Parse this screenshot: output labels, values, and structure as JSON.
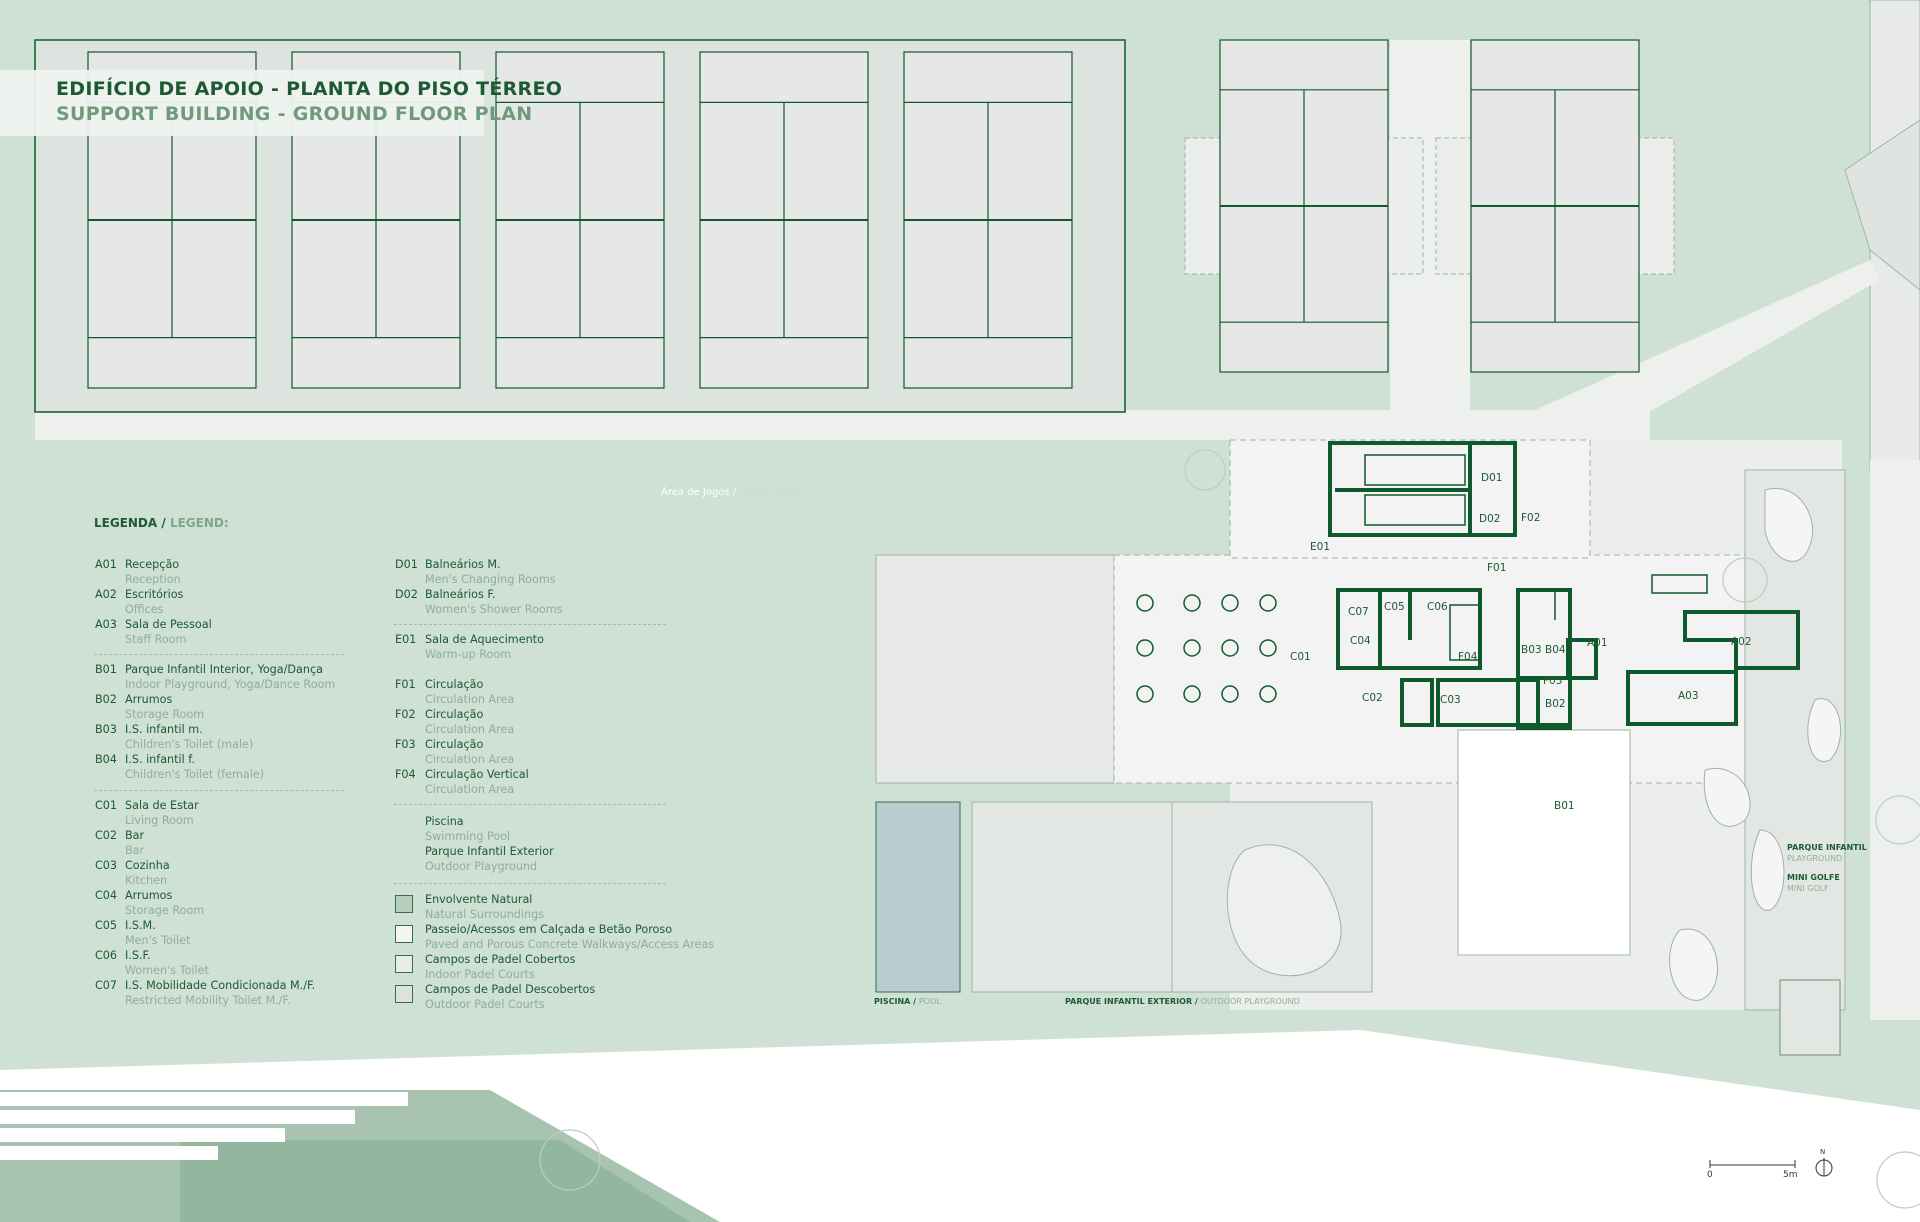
{
  "title": {
    "pt": "EDIFÍCIO DE APOIO - PLANTA DO PISO TÉRREO",
    "en": "SUPPORT BUILDING - GROUND FLOOR PLAN"
  },
  "legend": {
    "heading_pt": "LEGENDA /",
    "heading_en": "LEGEND:",
    "col1": [
      {
        "code": "A01",
        "pt": "Recepção",
        "en": "Reception"
      },
      {
        "code": "A02",
        "pt": "Escritórios",
        "en": "Offices"
      },
      {
        "code": "A03",
        "pt": "Sala de Pessoal",
        "en": "Staff Room"
      },
      {
        "code": "B01",
        "pt": "Parque Infantil Interior, Yoga/Dança",
        "en": "Indoor Playground, Yoga/Dance Room"
      },
      {
        "code": "B02",
        "pt": "Arrumos",
        "en": "Storage Room"
      },
      {
        "code": "B03",
        "pt": "I.S. infantil m.",
        "en": "Children's Toilet (male)"
      },
      {
        "code": "B04",
        "pt": "I.S. infantil f.",
        "en": "Children's Toilet (female)"
      },
      {
        "code": "C01",
        "pt": "Sala de Estar",
        "en": "Living Room"
      },
      {
        "code": "C02",
        "pt": "Bar",
        "en": "Bar"
      },
      {
        "code": "C03",
        "pt": "Cozinha",
        "en": "Kitchen"
      },
      {
        "code": "C04",
        "pt": "Arrumos",
        "en": "Storage Room"
      },
      {
        "code": "C05",
        "pt": "I.S.M.",
        "en": "Men's Toilet"
      },
      {
        "code": "C06",
        "pt": "I.S.F.",
        "en": "Women's Toilet"
      },
      {
        "code": "C07",
        "pt": "I.S. Mobilidade Condicionada M./F.",
        "en": "Restricted Mobility Toilet M./F."
      }
    ],
    "col2": [
      {
        "code": "D01",
        "pt": "Balneários M.",
        "en": "Men's Changing Rooms"
      },
      {
        "code": "D02",
        "pt": "Balneários F.",
        "en": "Women's Shower Rooms"
      },
      {
        "code": "E01",
        "pt": "Sala de Aquecimento",
        "en": "Warm-up Room"
      },
      {
        "code": "F01",
        "pt": "Circulação",
        "en": "Circulation Area"
      },
      {
        "code": "F02",
        "pt": "Circulação",
        "en": "Circulation Area"
      },
      {
        "code": "F03",
        "pt": "Circulação",
        "en": "Circulation Area"
      },
      {
        "code": "F04",
        "pt": "Circulação Vertical",
        "en": "Circulation Area"
      },
      {
        "code": "",
        "pt": "Piscina",
        "en": "Swimming Pool"
      },
      {
        "code": "",
        "pt": "Parque Infantil Exterior",
        "en": "Outdoor Playground"
      }
    ],
    "swatches": [
      {
        "pt": "Envolvente Natural",
        "en": "Natural Surroundings",
        "color": "#b5cdbd"
      },
      {
        "pt": "Passeio/Acessos em Calçada e Betão Poroso",
        "en": "Paved and Porous Concrete Walkways/Access Areas",
        "color": "#f3f4f3"
      },
      {
        "pt": "Campos de Padel Cobertos",
        "en": "Indoor Padel Courts",
        "color": "#e9ebea"
      },
      {
        "pt": "Campos de Padel Descobertos",
        "en": "Outdoor Padel Courts",
        "color": "#dde2df"
      }
    ]
  },
  "plan_labels": {
    "games_pt": "Área de Jogos",
    "games_en": "Games Area",
    "pool_pt": "PISCINA",
    "pool_en": "POOL",
    "playground_pt": "PARQUE INFANTIL EXTERIOR",
    "playground_en": "OUTDOOR PLAYGROUND",
    "pi_pt": "PARQUE INFANTIL",
    "pi_en": "PLAYGROUND",
    "mg_pt": "MINI GOLFE",
    "mg_en": "MINI GOLF",
    "scale_0": "0",
    "scale_5": "5m",
    "north": "N"
  },
  "rooms": {
    "D01": "D01",
    "D02": "D02",
    "F02": "F02",
    "E01": "E01",
    "F01": "F01",
    "C07": "C07",
    "C05": "C05",
    "C06": "C06",
    "C04": "C04",
    "C01": "C01",
    "F04": "F04",
    "B03": "B03",
    "B04": "B04",
    "A01": "A01",
    "A02": "A02",
    "C02": "C02",
    "C03": "C03",
    "F03": "F03",
    "B02": "B02",
    "A03": "A03",
    "B01": "B01"
  },
  "colors": {
    "background": "#cfe0d5",
    "court": "#e6e8e7",
    "wall": "#0f5a2c",
    "pool": "#b7cdcf",
    "title_dark": "#1d5a33",
    "title_light": "#6f9a7e"
  }
}
